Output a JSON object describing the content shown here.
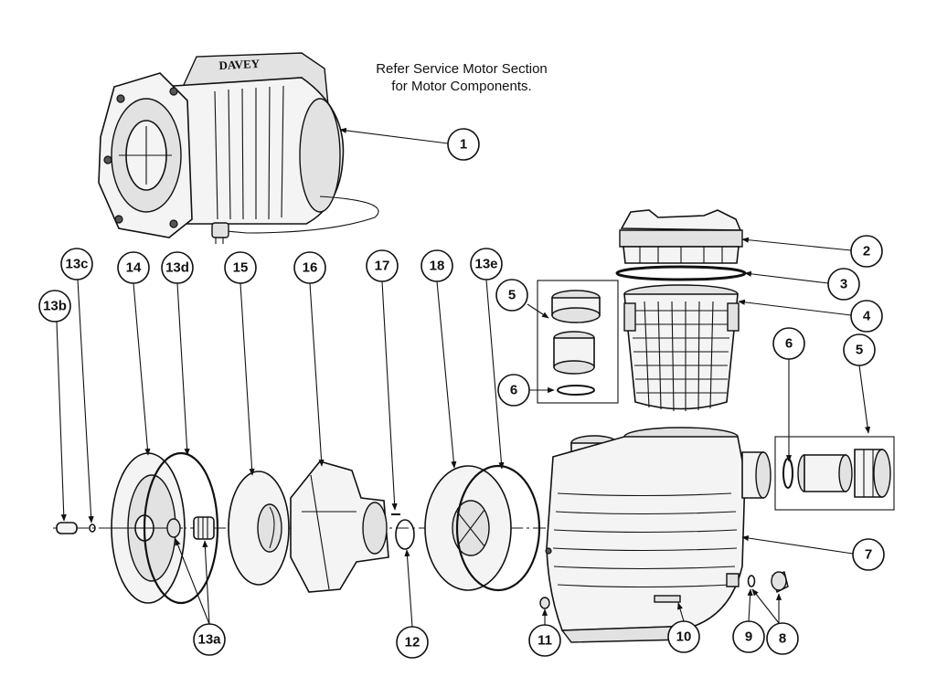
{
  "brand": "DAVEY",
  "note": {
    "line1": "Refer Service Motor Section",
    "line2": "for Motor Components."
  },
  "callouts": {
    "c1": "1",
    "c2": "2",
    "c3": "3",
    "c4": "4",
    "c5a": "5",
    "c6a": "6",
    "c6b": "6",
    "c5b": "5",
    "c7": "7",
    "c8": "8",
    "c9": "9",
    "c10": "10",
    "c11": "11",
    "c12": "12",
    "c13a": "13a",
    "c13b": "13b",
    "c13c": "13c",
    "c13d": "13d",
    "c13e": "13e",
    "c14": "14",
    "c15": "15",
    "c16": "16",
    "c17": "17",
    "c18": "18"
  }
}
